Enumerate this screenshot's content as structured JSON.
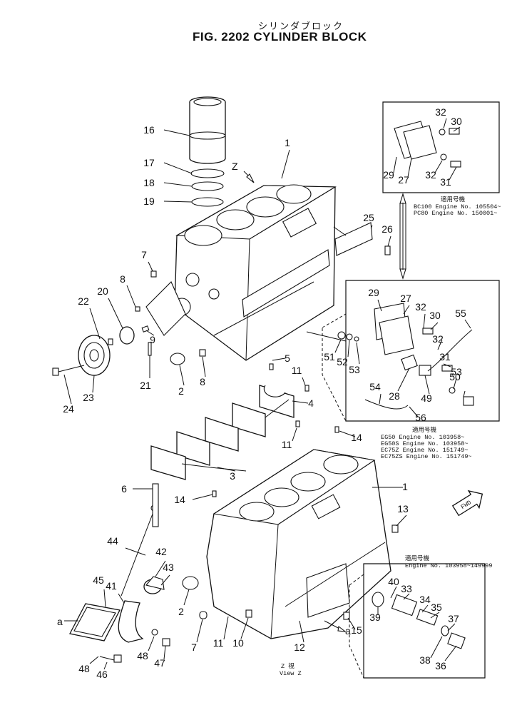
{
  "title": {
    "japanese": "シリンダブロック",
    "main": "FIG. 2202  CYLINDER BLOCK"
  },
  "view_label": {
    "z": "Z  視",
    "view": "View Z"
  },
  "z_arrow": "Z",
  "a_marks": [
    "a",
    "a"
  ],
  "fwd_label": "FWD",
  "applicability": {
    "box_top": {
      "heading": "適用号機",
      "lines": [
        "BC100  Engine  No. 105504~",
        "PC80   Engine  No. 150001~"
      ]
    },
    "box_mid": {
      "heading": "適用号機",
      "lines": [
        "EG50   Engine  No. 103958~",
        "EG50S  Engine  No. 103958~",
        "EC75Z  Engine  No. 151749~",
        "EC75ZS Engine  No. 151749~"
      ]
    },
    "box_bot": {
      "heading": "適用号機",
      "lines": [
        "Engine  No. 103958~149999"
      ]
    }
  },
  "callouts": [
    "1",
    "1",
    "2",
    "2",
    "3",
    "4",
    "5",
    "6",
    "7",
    "7",
    "8",
    "8",
    "9",
    "10",
    "11",
    "11",
    "11",
    "12",
    "13",
    "14",
    "14",
    "15",
    "16",
    "17",
    "18",
    "19",
    "20",
    "21",
    "22",
    "23",
    "24",
    "25",
    "26",
    "27",
    "27",
    "28",
    "29",
    "29",
    "30",
    "30",
    "31",
    "31",
    "32",
    "32",
    "32",
    "32",
    "33",
    "34",
    "35",
    "36",
    "37",
    "38",
    "39",
    "40",
    "41",
    "42",
    "43",
    "44",
    "45",
    "46",
    "47",
    "48",
    "48",
    "49",
    "50",
    "51",
    "52",
    "53",
    "53",
    "54",
    "55",
    "56"
  ]
}
